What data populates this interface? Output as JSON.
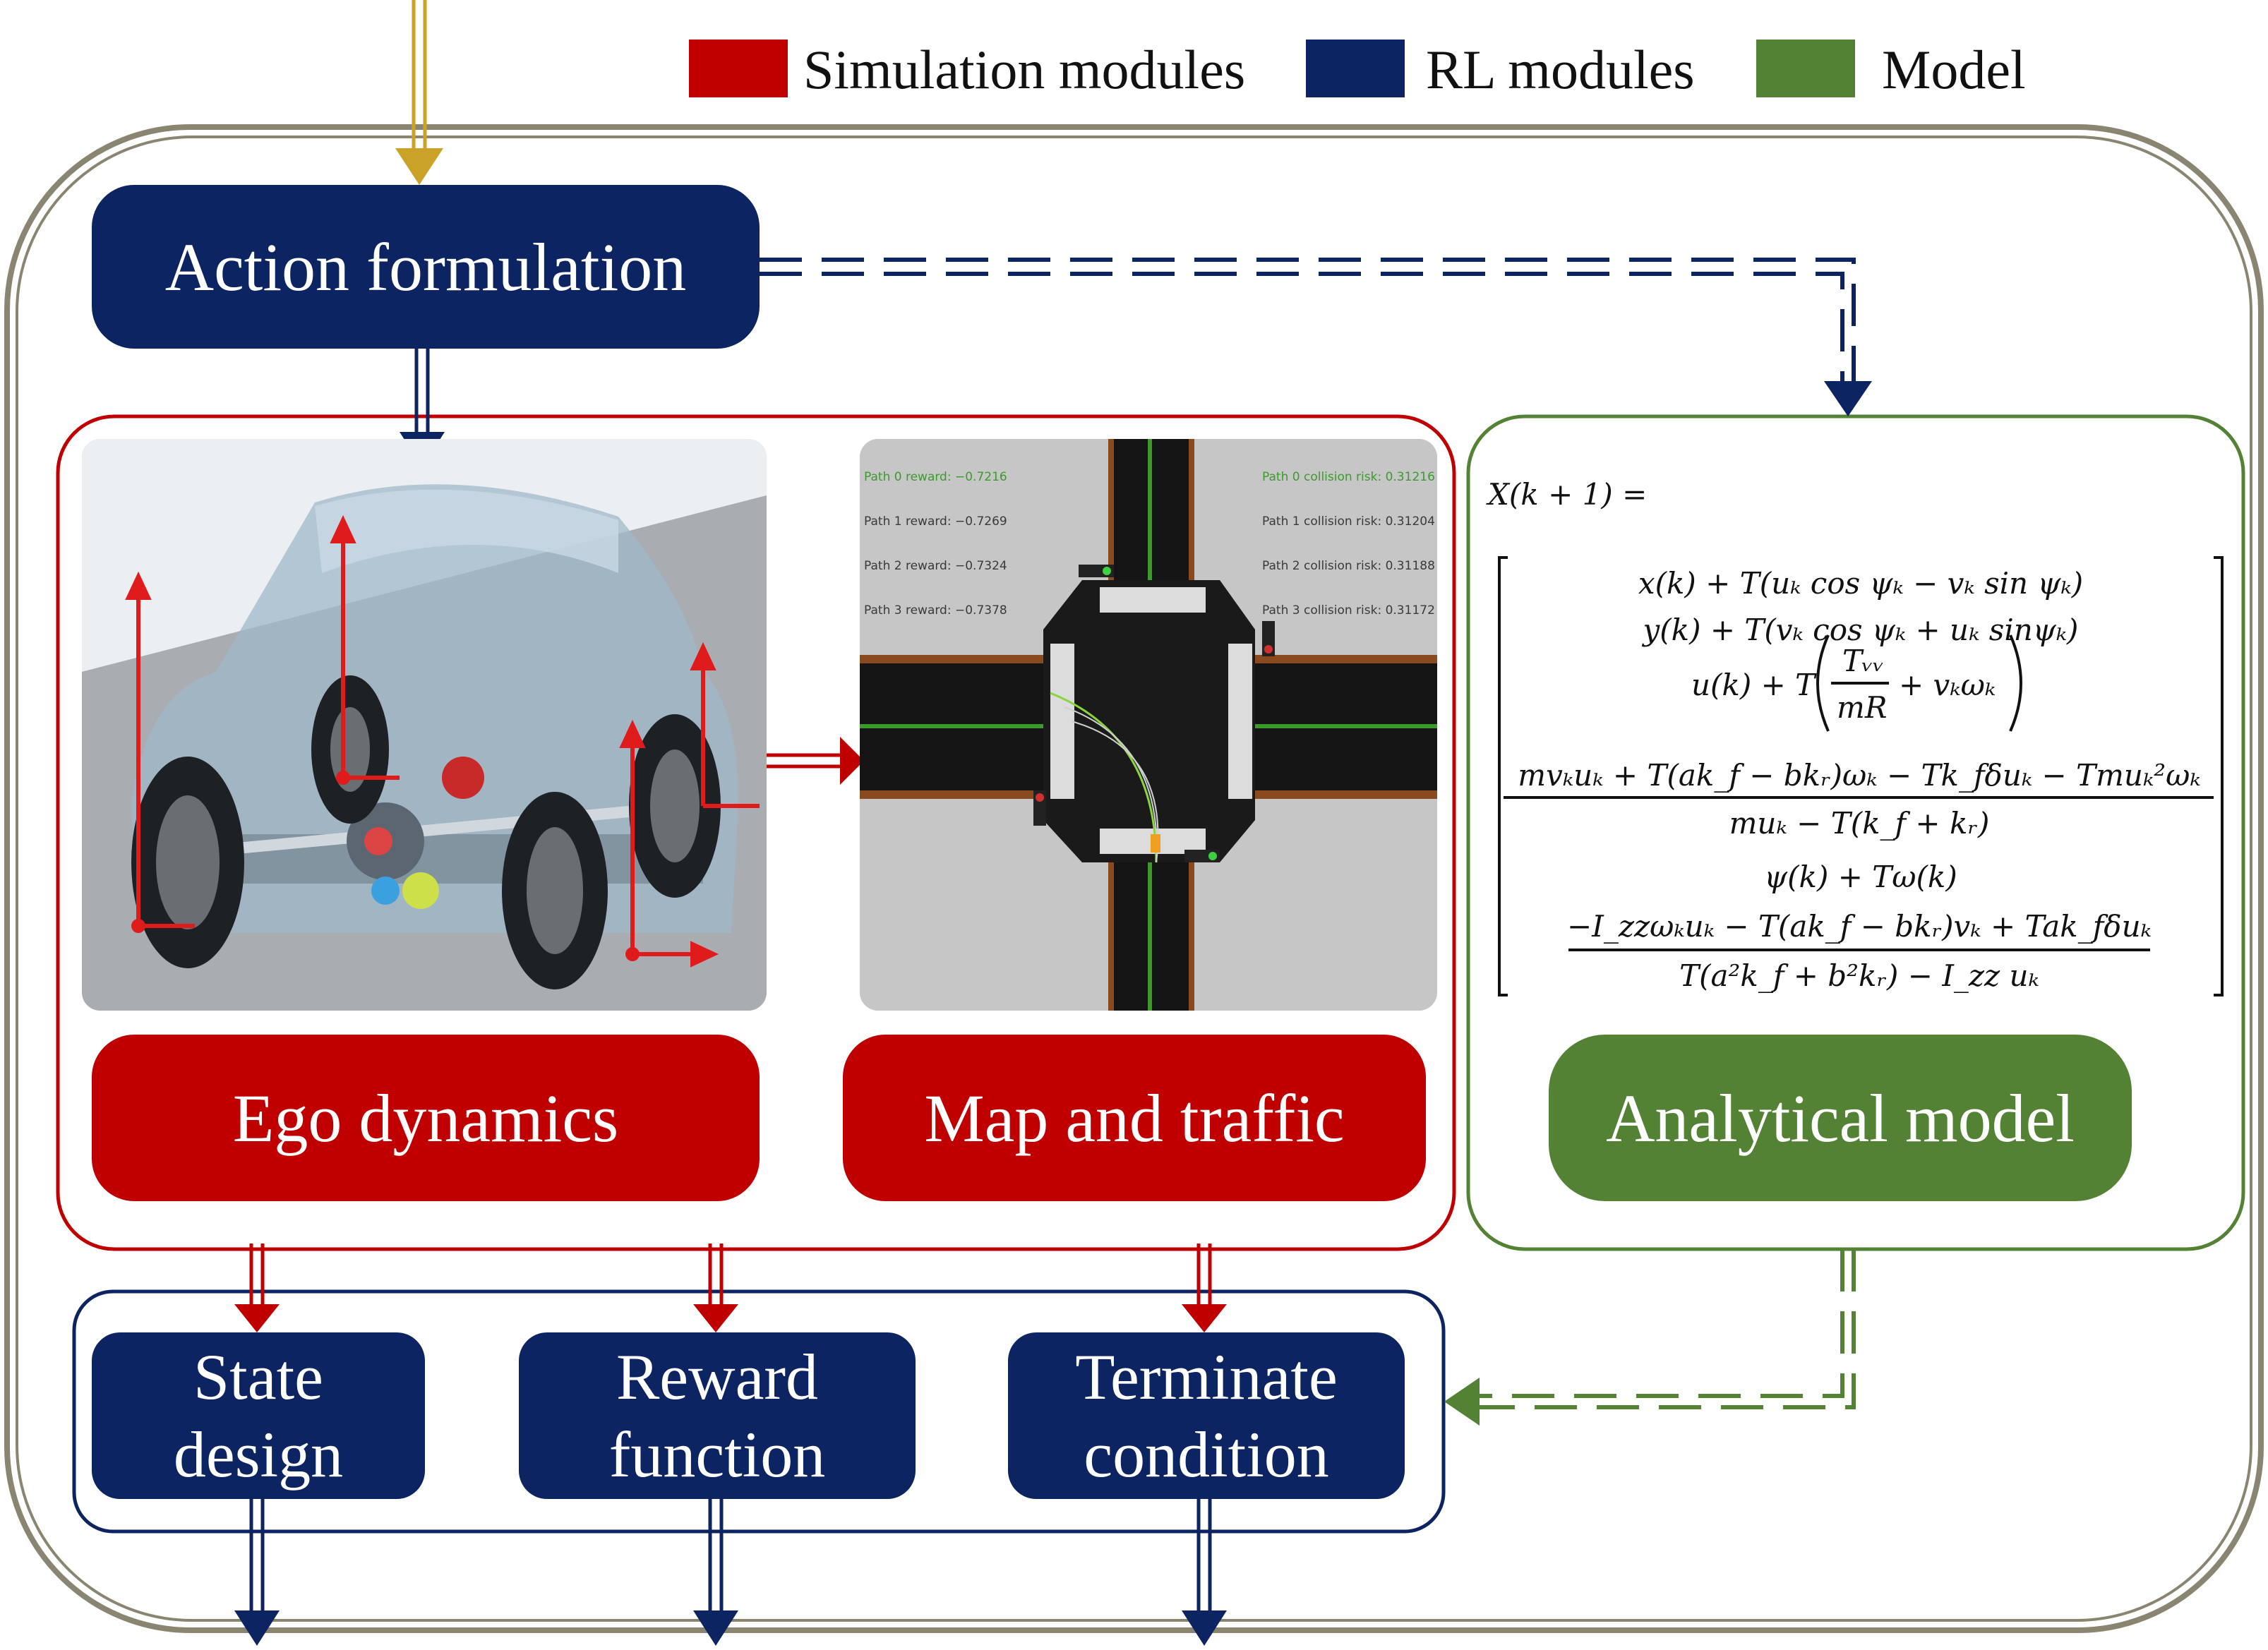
{
  "legend": [
    {
      "label": "Simulation modules",
      "color": "#c00000"
    },
    {
      "label": "RL modules",
      "color": "#0c2461"
    },
    {
      "label": "Model",
      "color": "#548235"
    }
  ],
  "modules": {
    "action": "Action formulation",
    "ego": "Ego dynamics",
    "map": "Map and traffic",
    "analytical": "Analytical model",
    "state": [
      "State",
      "design"
    ],
    "reward": [
      "Reward",
      "function"
    ],
    "terminate": [
      "Terminate",
      "condition"
    ]
  },
  "map_overlay": {
    "rewards": [
      "Path 0 reward: −0.7216",
      "Path 1 reward: −0.7269",
      "Path 2 reward: −0.7324",
      "Path 3 reward: −0.7378"
    ],
    "risks": [
      "Path 0 collision risk: 0.31216",
      "Path 1 collision risk: 0.31204",
      "Path 2 collision risk: 0.31188",
      "Path 3 collision risk: 0.31172"
    ]
  },
  "equations": {
    "lhs": "X(k + 1) =",
    "rows": [
      "x(k) + T(uₖ cos ψₖ − vₖ sin ψₖ)",
      "y(k) + T(vₖ cos ψₖ + uₖ sinψₖ)",
      "u(k) + T",
      "Tᵥᵥ",
      "mR",
      "+ vₖωₖ",
      "mvₖuₖ + T(ak_f − bkᵣ)ωₖ − Tk_fδuₖ − Tmuₖ²ωₖ",
      "muₖ − T(k_f + kᵣ)",
      "ψ(k) + Tω(k)",
      "−I_zzωₖuₖ − T(ak_f − bkᵣ)vₖ + Tak_fδuₖ",
      "T(a²k_f + b²kᵣ) − I_zz uₖ"
    ]
  },
  "colors": {
    "navy": "#0c2461",
    "red": "#c00000",
    "green": "#548235",
    "gold": "#c9a227",
    "frame": "#8a8570"
  }
}
